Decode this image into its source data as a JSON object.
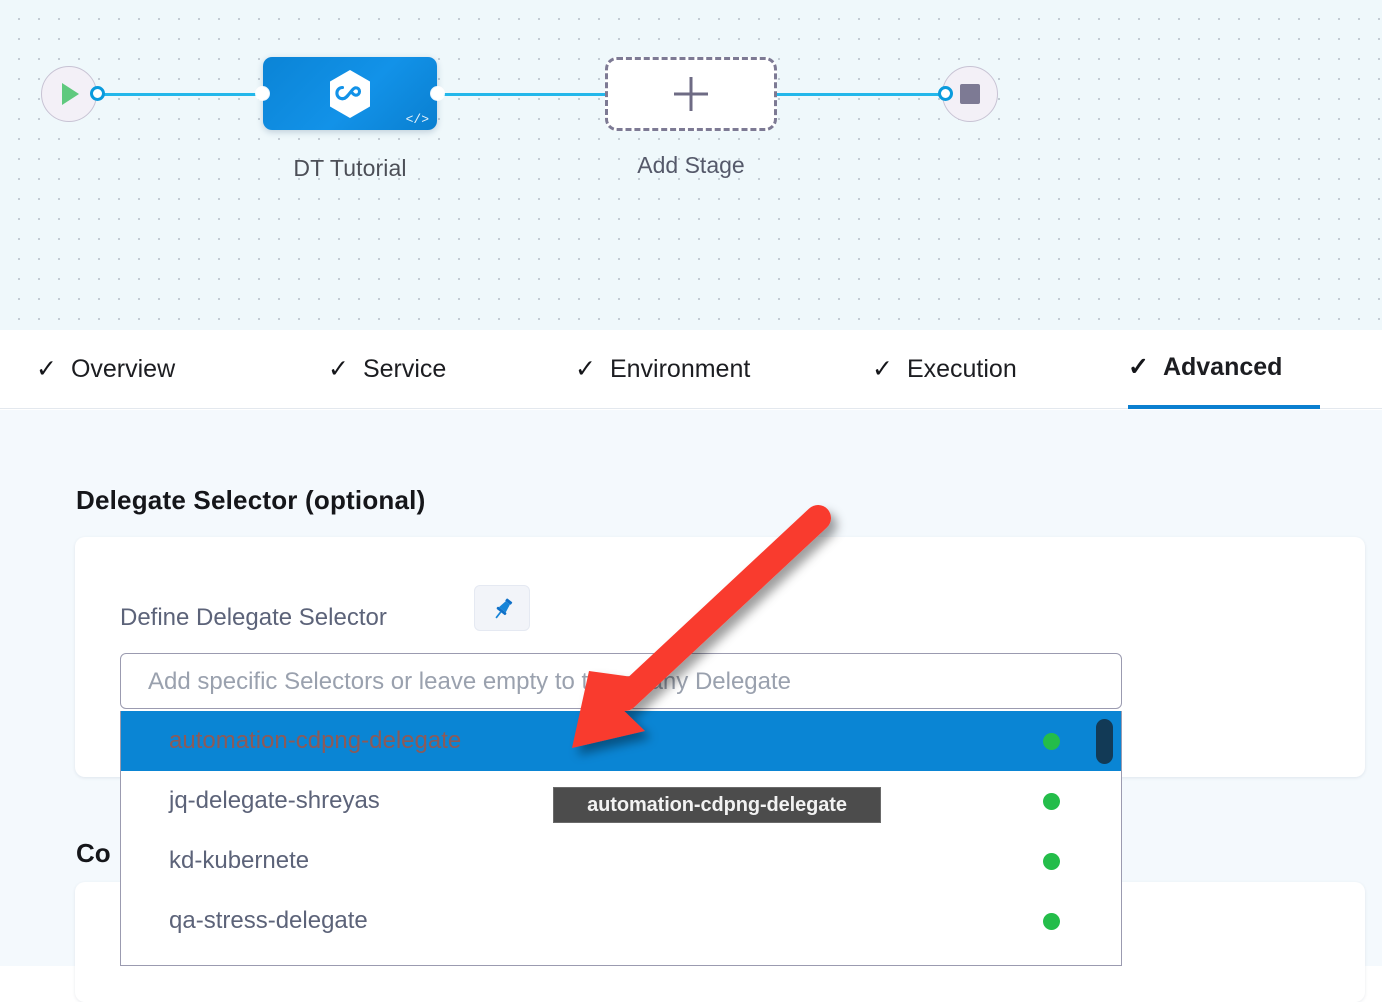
{
  "canvas": {
    "start_node": {
      "icon": "play-icon"
    },
    "end_node": {
      "icon": "stop-square-icon"
    },
    "stage": {
      "label": "DT Tutorial",
      "icon": "harness-hexagon-icon",
      "badge_icon": "code-brackets-icon"
    },
    "add_stage": {
      "label": "Add Stage",
      "icon": "plus-icon"
    }
  },
  "tabs": [
    {
      "label": "Overview",
      "icon": "check-icon",
      "active": false
    },
    {
      "label": "Service",
      "icon": "check-icon",
      "active": false
    },
    {
      "label": "Environment",
      "icon": "check-icon",
      "active": false
    },
    {
      "label": "Execution",
      "icon": "check-icon",
      "active": false
    },
    {
      "label": "Advanced",
      "icon": "check-icon",
      "active": true
    }
  ],
  "advanced": {
    "delegate_selector": {
      "heading": "Delegate Selector (optional)",
      "field_label": "Define Delegate Selector",
      "pin_icon": "pushpin-icon",
      "input": {
        "value": "",
        "placeholder": "Add specific Selectors or leave empty to target any Delegate"
      },
      "options": [
        {
          "name": "automation-cdpng-delegate",
          "status": "connected",
          "selected": true
        },
        {
          "name": "jq-delegate-shreyas",
          "status": "connected",
          "selected": false
        },
        {
          "name": "kd-kubernete",
          "status": "connected",
          "selected": false
        },
        {
          "name": "qa-stress-delegate",
          "status": "connected",
          "selected": false
        }
      ],
      "tooltip": "automation-cdpng-delegate"
    },
    "next_section_heading": "Co"
  },
  "colors": {
    "accent_blue": "#0a7fd0",
    "highlight_blue": "#0a85d4",
    "status_green": "#24bd4a",
    "annotation_red": "#f93b2f",
    "canvas_bg": "#eff8fb",
    "pane_bg": "#f4f9fd",
    "tooltip_bg": "#4c4c4c"
  }
}
